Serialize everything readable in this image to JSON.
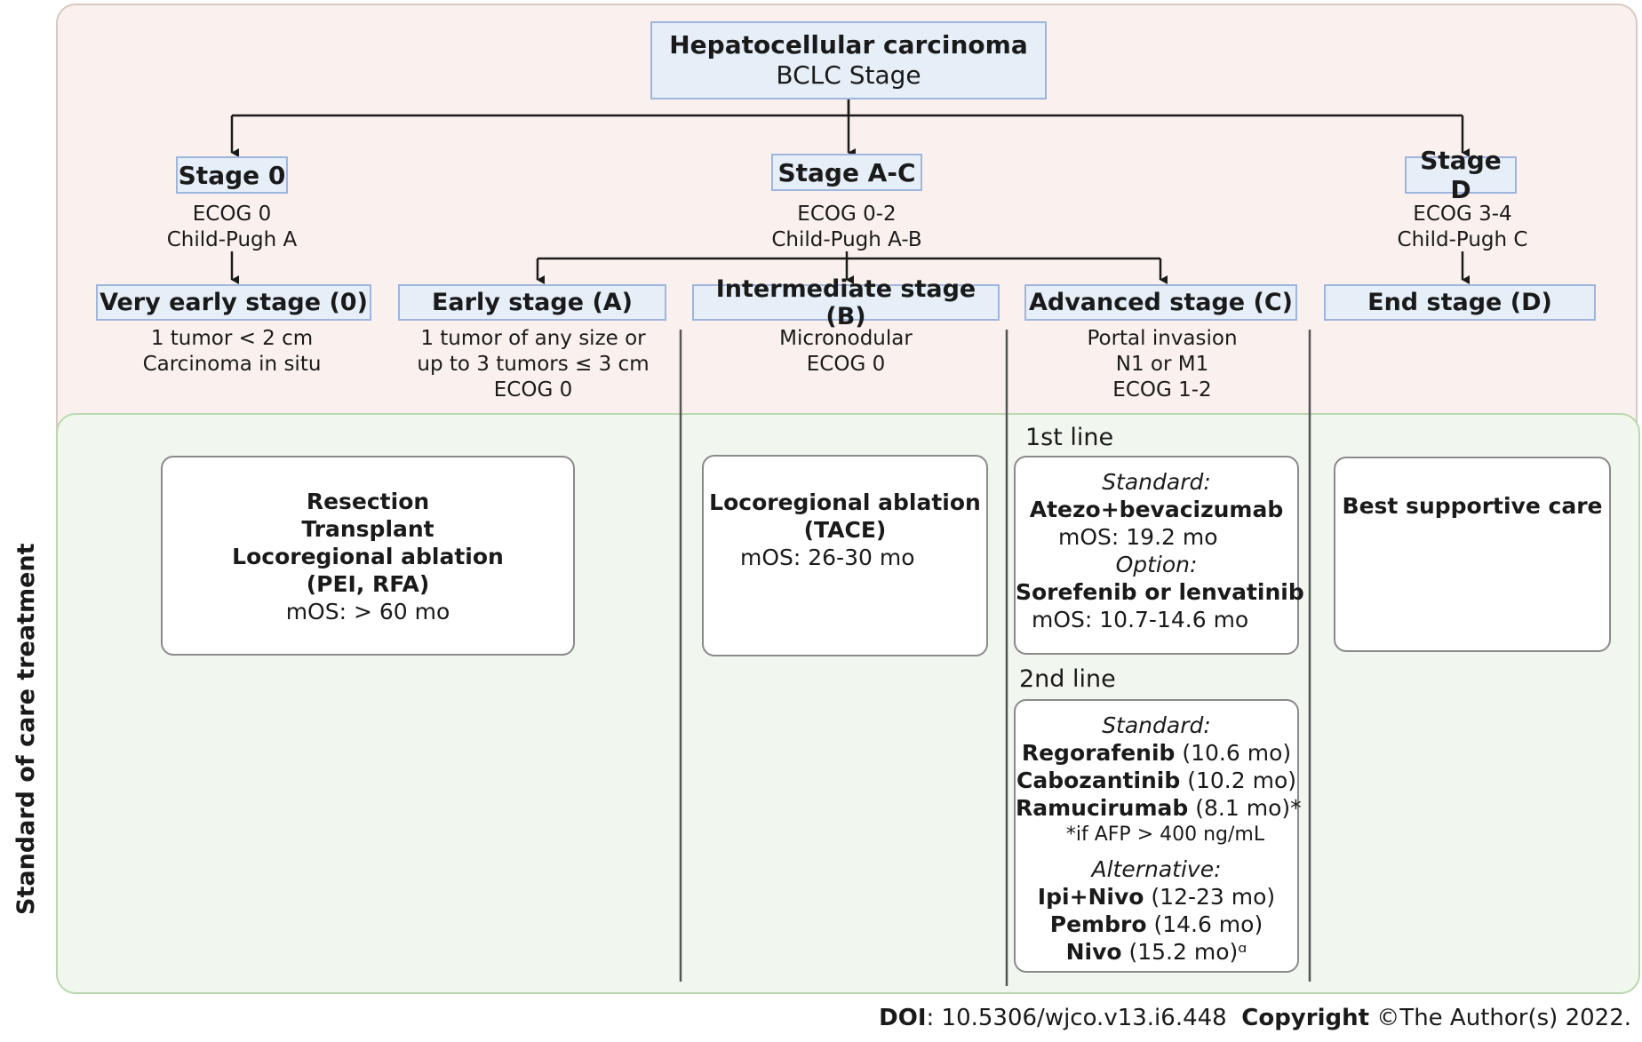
{
  "title": {
    "line1": "Hepatocellular carcinoma",
    "line2": "BCLC Stage"
  },
  "side_label": "Standard of care treatment",
  "stages": {
    "s0": {
      "label": "Stage 0",
      "criteria": [
        "ECOG 0",
        "Child-Pugh A"
      ]
    },
    "sac": {
      "label": "Stage A-C",
      "criteria": [
        "ECOG 0-2",
        "Child-Pugh A-B"
      ]
    },
    "sd": {
      "label": "Stage D",
      "criteria": [
        "ECOG 3-4",
        "Child-Pugh C"
      ]
    }
  },
  "substages": [
    {
      "label": "Very early stage (0)",
      "desc": [
        "1 tumor < 2 cm",
        "Carcinoma in situ"
      ]
    },
    {
      "label": "Early stage (A)",
      "desc": [
        "1 tumor of any size or",
        "up to 3 tumors ≤ 3 cm",
        "ECOG 0"
      ]
    },
    {
      "label": "Intermediate stage (B)",
      "desc": [
        "Micronodular",
        "ECOG 0"
      ]
    },
    {
      "label": "Advanced stage (C)",
      "desc": [
        "Portal invasion",
        "N1 or M1",
        "ECOG 1-2"
      ]
    },
    {
      "label": "End stage (D)",
      "desc": []
    }
  ],
  "treatments": {
    "very_early": {
      "lines": [
        "Resection",
        "Transplant",
        "Locoregional ablation",
        "(PEI, RFA)"
      ],
      "mos": "mOS: > 60 mo"
    },
    "intermediate": {
      "lines": [
        "Locoregional ablation",
        "(TACE)"
      ],
      "mos": "mOS: 26-30 mo"
    },
    "first_line": {
      "heading": "1st line",
      "standard_label": "Standard:",
      "standard_drug": "Atezo+bevacizumab",
      "standard_mos": "mOS: 19.2 mo",
      "option_label": "Option:",
      "option_drug": "Sorefenib or lenvatinib",
      "option_mos": "mOS: 10.7-14.6 mo"
    },
    "second_line": {
      "heading": "2nd line",
      "standard_label": "Standard:",
      "standard": [
        {
          "drug": "Regorafenib",
          "mos": " (10.6 mo)"
        },
        {
          "drug": "Cabozantinib",
          "mos": " (10.2 mo)"
        },
        {
          "drug": "Ramucirumab",
          "mos": " (8.1 mo)*"
        }
      ],
      "footnote": "*if AFP > 400  ng/mL",
      "alternative_label": "Alternative:",
      "alternative": [
        {
          "drug": "Ipi+Nivo",
          "mos": " (12-23 mo)"
        },
        {
          "drug": "Pembro",
          "mos": " (14.6 mo)"
        },
        {
          "drug": "Nivo",
          "mos": " (15.2 mo)ᵅ"
        }
      ]
    },
    "end_stage": {
      "lines": [
        "Best supportive care"
      ]
    }
  },
  "footer": {
    "doi_label": "DOI",
    "doi_value": ": 10.5306/wjco.v13.i6.448",
    "copyright_label": "Copyright",
    "copyright_value": " ©The Author(s) 2022."
  },
  "colors": {
    "top_panel": "#faf1ee",
    "bottom_panel": "#f1f6ef",
    "box_fill": "#e6eef8",
    "box_border": "#9fb5de"
  }
}
